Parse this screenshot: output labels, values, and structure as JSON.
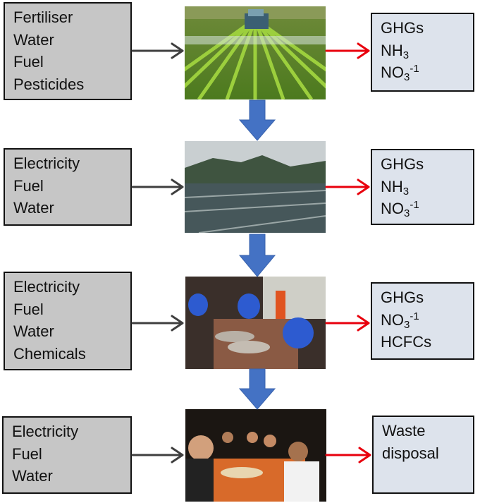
{
  "stages": [
    {
      "photo": "field-crop-spraying-photo",
      "inputs": [
        "Fertiliser",
        "Water",
        "Fuel",
        "Pesticides"
      ],
      "outputs": [
        {
          "text": "GHGs"
        },
        {
          "text": "NH",
          "sub": "3"
        },
        {
          "text": "NO",
          "sub": "3",
          "sup": "-1"
        }
      ]
    },
    {
      "photo": "fish-farm-pens-photo",
      "inputs": [
        "Electricity",
        "Fuel",
        "Water"
      ],
      "outputs": [
        {
          "text": "GHGs"
        },
        {
          "text": "NH",
          "sub": "3"
        },
        {
          "text": "NO",
          "sub": "3",
          "sup": "-1"
        }
      ]
    },
    {
      "photo": "fish-processing-photo",
      "inputs": [
        "Electricity",
        "Fuel",
        "Water",
        "Chemicals"
      ],
      "outputs": [
        {
          "text": "GHGs"
        },
        {
          "text": "NO",
          "sub": "3",
          "sup": "-1"
        },
        {
          "text": "HCFCs"
        }
      ]
    },
    {
      "photo": "dinner-table-photo",
      "inputs": [
        "Electricity",
        "Fuel",
        "Water"
      ],
      "outputs": [
        {
          "text": "Waste"
        },
        {
          "text": "disposal"
        }
      ]
    }
  ],
  "colors": {
    "input_box": "#c6c6c6",
    "output_box": "#dde3ec",
    "input_arrow": "#3f3f3f",
    "output_arrow": "#e8000d",
    "flow_arrow": "#4472c4"
  }
}
